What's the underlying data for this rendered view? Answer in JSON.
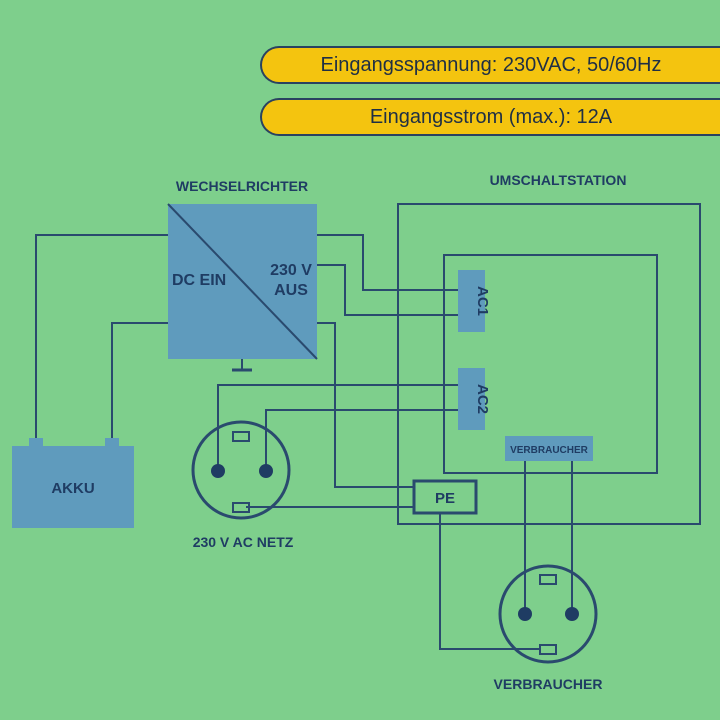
{
  "spec": {
    "input_voltage": "Eingangsspannung: 230VAC, 50/60Hz",
    "input_current": "Eingangsstrom (max.): 12A"
  },
  "labels": {
    "inverter_title": "WECHSELRICHTER",
    "inverter_dc_in": "DC EIN",
    "inverter_ac_out_1": "230 V",
    "inverter_ac_out_2": "AUS",
    "switch_title": "UMSCHALTSTATION",
    "ac1": "AC1",
    "ac2": "AC2",
    "consumer_port": "VERBRAUCHER",
    "battery": "AKKU",
    "grid_socket": "230 V AC NETZ",
    "pe": "PE",
    "consumer_socket": "VERBRAUCHER"
  },
  "colors": {
    "background": "#7ecf8c",
    "pill": "#f4c40f",
    "box_fill": "#5f9bbd",
    "line": "#2a4a6e",
    "text": "#1f3c63"
  }
}
